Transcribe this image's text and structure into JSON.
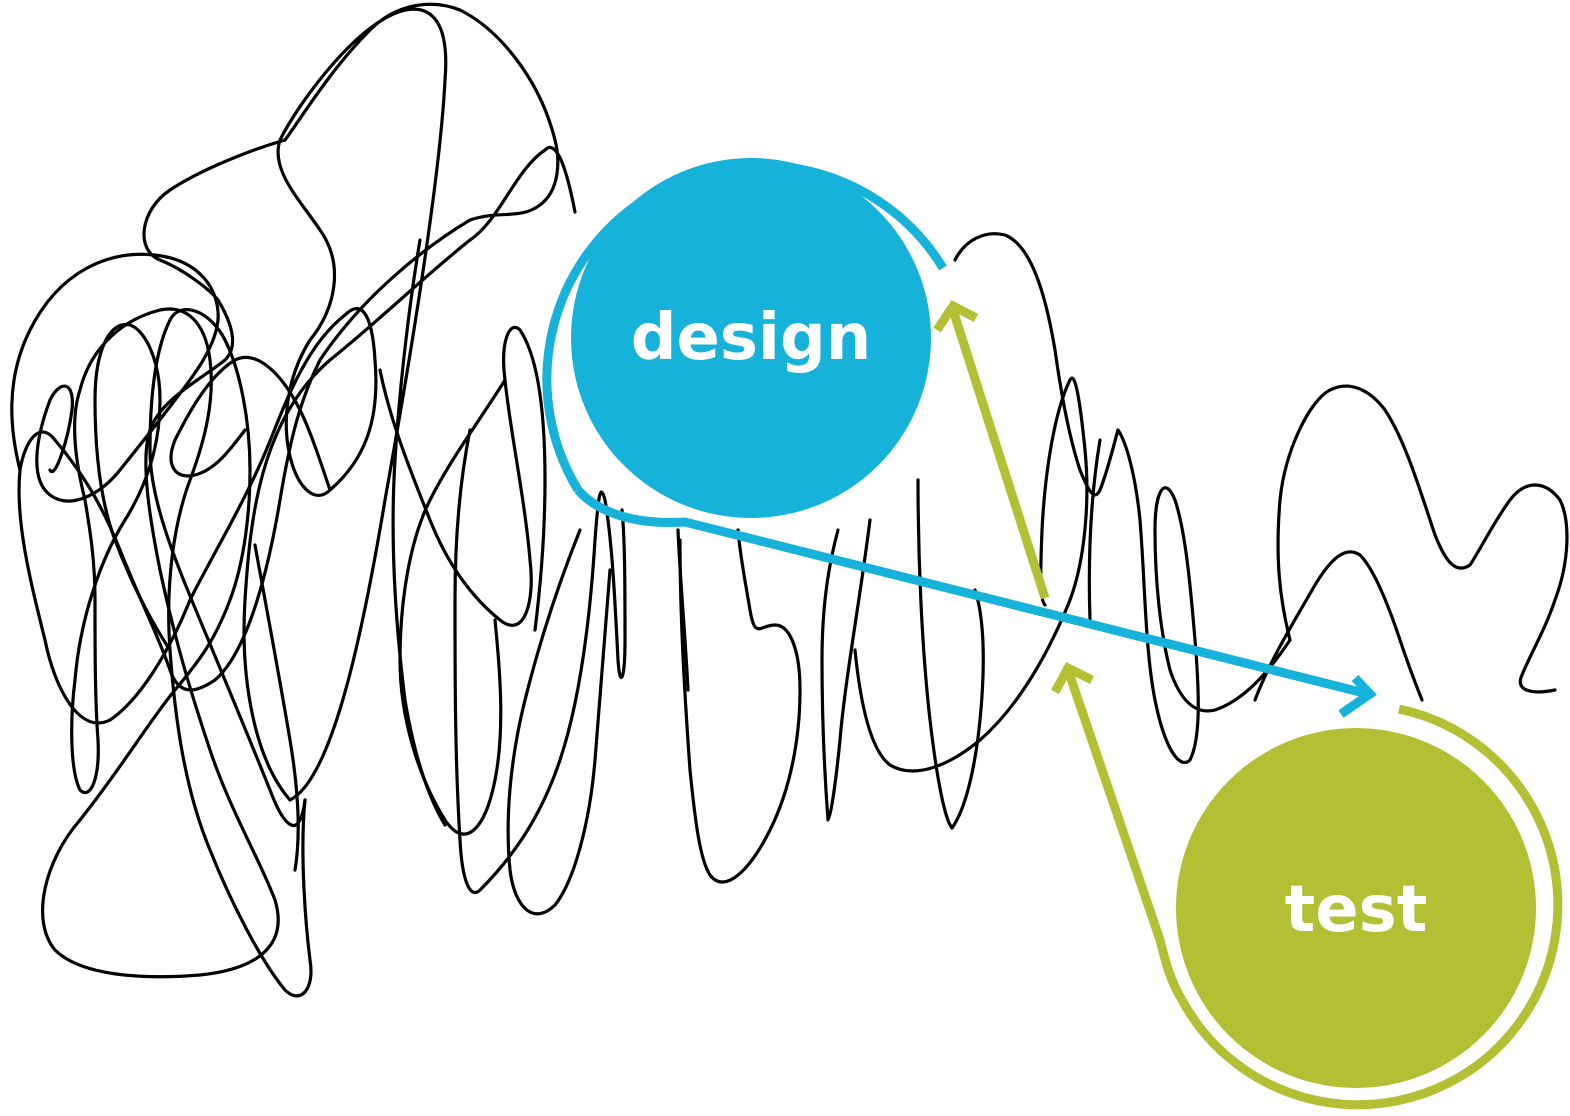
{
  "nodes": {
    "design": {
      "label": "design",
      "color": "#16b2da"
    },
    "test": {
      "label": "test",
      "color": "#b3c033"
    }
  },
  "arrows": [
    {
      "from": "design",
      "to": "test",
      "color": "#16b2da"
    },
    {
      "from": "test",
      "to": "design",
      "color": "#b3c033"
    }
  ],
  "background": "#ffffff",
  "scribble_color": "#000000"
}
